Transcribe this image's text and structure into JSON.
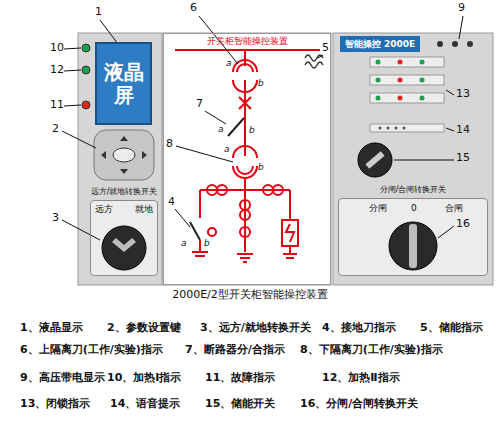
{
  "diagram": {
    "caption": "2000E/2型开关柜智能操控装置",
    "nodes": [
      {
        "text": [
          "液晶屏"
        ]
      },
      {
        "text": [
          "远方",
          "就地",
          "远方/就地转换开关"
        ]
      },
      {
        "text": [
          "开关柜智能操控装置"
        ]
      },
      {
        "text": [
          "智能操控 2000E"
        ]
      },
      {
        "text": [
          "分闸/合闸转换开关",
          "分闸",
          "0",
          "合闸"
        ]
      }
    ],
    "labels": [
      "1",
      "2",
      "3",
      "4",
      "5",
      "6",
      "7",
      "8",
      "9",
      "10",
      "11",
      "12",
      "13",
      "14",
      "15",
      "16",
      "a",
      "b",
      "a",
      "b",
      "a",
      "b",
      "a",
      "b",
      "1、液晶显示",
      "2、参数设置键",
      "3、远方/就地转换开关",
      "4、接地刀指示",
      "5、储能指示",
      "6、上隔离刀(工作/实验)指示",
      "7、断路器分/合指示",
      "8、下隔离刀(工作/实验)指示",
      "9、高压带电显示",
      "10、加热Ⅰ指示",
      "11、故障指示",
      "12、加热Ⅱ指示",
      "13、闭锁指示",
      "14、语音提示",
      "15、储能开关",
      "16、分闸/合闸转换开关"
    ]
  }
}
